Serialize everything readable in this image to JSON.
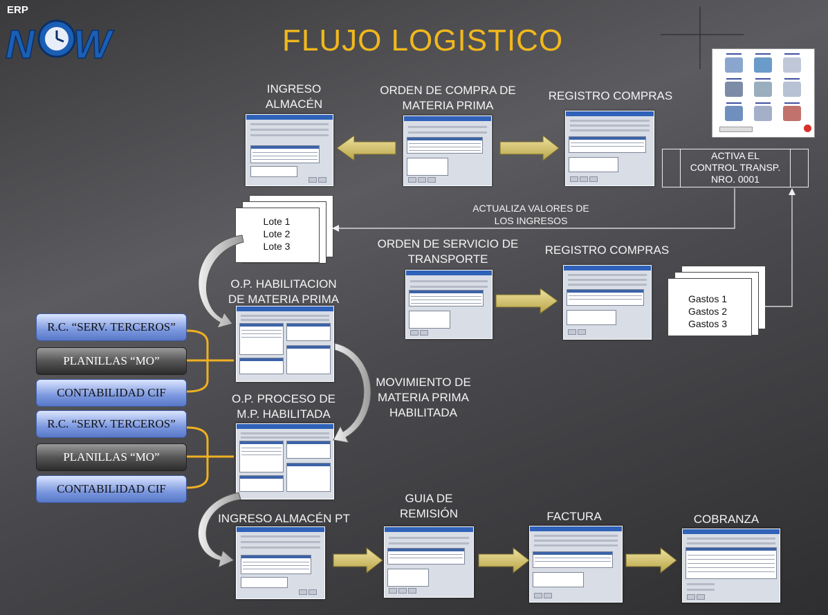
{
  "logo": {
    "small_text": "ERP",
    "big_text": "NOW"
  },
  "title": "FLUJO LOGISTICO",
  "labels": {
    "ingreso_almacen": "INGRESO\nALMACÉN",
    "orden_compra": "ORDEN DE COMPRA DE\nMATERIA PRIMA",
    "registro_compras_1": "REGISTRO COMPRAS",
    "actualiza": "ACTUALIZA VALORES DE\nLOS INGRESOS",
    "orden_servicio": "ORDEN DE SERVICIO DE\nTRANSPORTE",
    "registro_compras_2": "REGISTRO COMPRAS",
    "op_habilitacion": "O.P. HABILITACION\nDE MATERIA PRIMA",
    "movimiento": "MOVIMIENTO DE\nMATERIA PRIMA\nHABILITADA",
    "op_proceso": "O.P.  PROCESO DE\nM.P. HABILITADA",
    "ingreso_pt": "INGRESO ALMACÉN PT",
    "guia": "GUIA DE\nREMISIÓN",
    "factura": "FACTURA",
    "cobranza": "COBRANZA"
  },
  "activa_box": "ACTIVA EL\nCONTROL TRANSP.\nNRO. 0001",
  "lotes": [
    "Lote 1",
    "Lote 2",
    "Lote 3"
  ],
  "gastos": [
    "Gastos 1",
    "Gastos 2",
    "Gastos 3"
  ],
  "cost_groups": [
    {
      "rc": "R.C. “SERV. TERCEROS”",
      "planillas": "PLANILLAS “MO”",
      "contabilidad": "CONTABILIDAD CIF"
    },
    {
      "rc": "R.C. “SERV. TERCEROS”",
      "planillas": "PLANILLAS “MO”",
      "contabilidad": "CONTABILIDAD CIF"
    }
  ],
  "colors": {
    "title": "#f2b81c",
    "arrow_fill": "#d8c878",
    "bracket": "#f0b020",
    "accent_blue": "#2f62b8"
  }
}
